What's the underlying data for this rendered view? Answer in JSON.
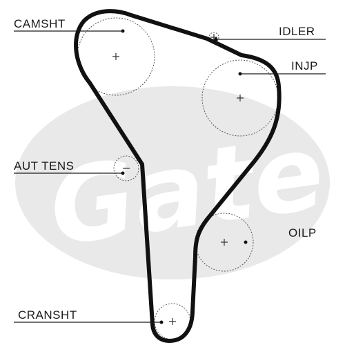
{
  "watermark": {
    "text": "Gates",
    "color": "#e9e9e9"
  },
  "labels": {
    "camshaft": "CAMSHT",
    "idler": "IDLER",
    "injection_pump": "INJP",
    "auto_tensioner": "AUT TENS",
    "oil_pump": "OILP",
    "crankshaft": "CRANSHT"
  },
  "colors": {
    "belt": "#111111",
    "text": "#1a1a1a",
    "pulley_outline": "#555555"
  }
}
